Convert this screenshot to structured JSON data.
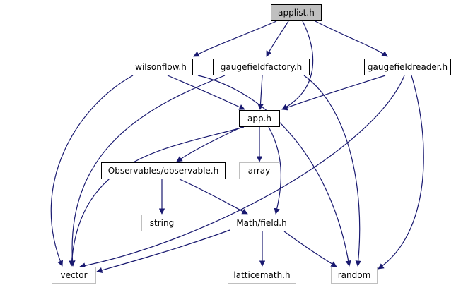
{
  "graph": {
    "edge_color": "#191970",
    "nodes": [
      {
        "id": "applist",
        "label": "applist.h",
        "style": "root"
      },
      {
        "id": "wilsonflow",
        "label": "wilsonflow.h",
        "style": "solid"
      },
      {
        "id": "gaugefieldfactory",
        "label": "gaugefieldfactory.h",
        "style": "solid"
      },
      {
        "id": "gaugefieldreader",
        "label": "gaugefieldreader.h",
        "style": "solid"
      },
      {
        "id": "app",
        "label": "app.h",
        "style": "solid"
      },
      {
        "id": "observable",
        "label": "Observables/observable.h",
        "style": "solid"
      },
      {
        "id": "array",
        "label": "array",
        "style": "ghost"
      },
      {
        "id": "string",
        "label": "string",
        "style": "ghost"
      },
      {
        "id": "field",
        "label": "Math/field.h",
        "style": "solid"
      },
      {
        "id": "vector",
        "label": "vector",
        "style": "ghost"
      },
      {
        "id": "latticemath",
        "label": "latticemath.h",
        "style": "ghost"
      },
      {
        "id": "random",
        "label": "random",
        "style": "ghost"
      }
    ],
    "edges": [
      [
        "applist",
        "wilsonflow"
      ],
      [
        "applist",
        "gaugefieldfactory"
      ],
      [
        "applist",
        "app"
      ],
      [
        "applist",
        "gaugefieldreader"
      ],
      [
        "wilsonflow",
        "vector"
      ],
      [
        "wilsonflow",
        "app"
      ],
      [
        "wilsonflow",
        "random"
      ],
      [
        "gaugefieldfactory",
        "vector"
      ],
      [
        "gaugefieldfactory",
        "app"
      ],
      [
        "gaugefieldfactory",
        "random"
      ],
      [
        "gaugefieldreader",
        "app"
      ],
      [
        "gaugefieldreader",
        "vector"
      ],
      [
        "gaugefieldreader",
        "random"
      ],
      [
        "app",
        "observable"
      ],
      [
        "app",
        "array"
      ],
      [
        "app",
        "vector"
      ],
      [
        "app",
        "field"
      ],
      [
        "observable",
        "string"
      ],
      [
        "observable",
        "field"
      ],
      [
        "field",
        "vector"
      ],
      [
        "field",
        "latticemath"
      ],
      [
        "field",
        "random"
      ]
    ]
  }
}
